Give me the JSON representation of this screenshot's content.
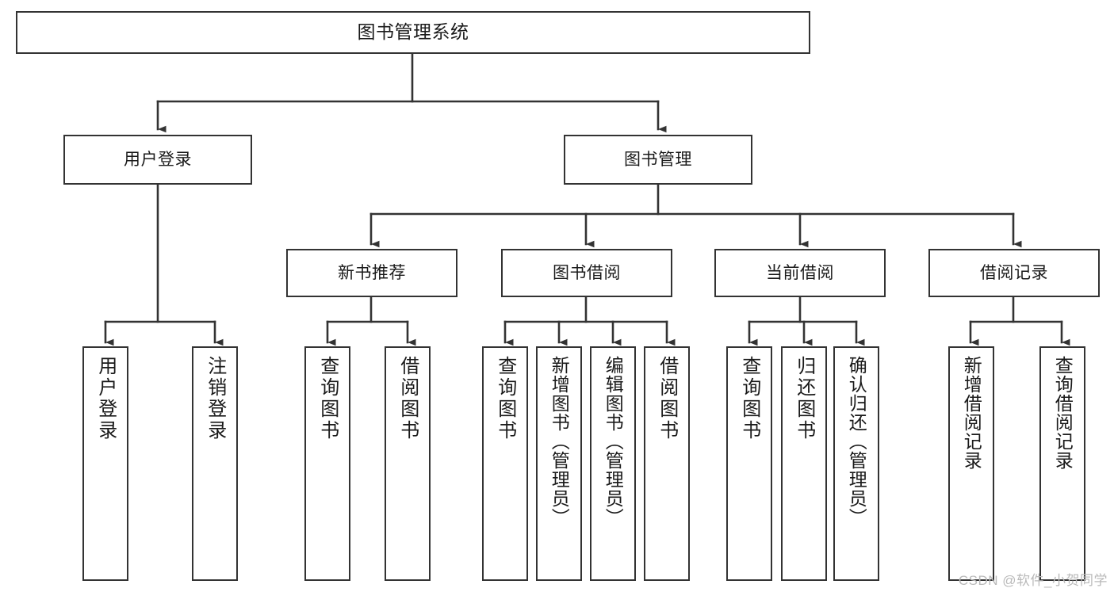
{
  "diagram": {
    "type": "tree",
    "title": "图书管理系统",
    "orientation": "top-down",
    "root": {
      "label": "图书管理系统"
    },
    "level2": [
      {
        "label": "用户登录"
      },
      {
        "label": "图书管理"
      }
    ],
    "level3": [
      {
        "label": "新书推荐"
      },
      {
        "label": "图书借阅"
      },
      {
        "label": "当前借阅"
      },
      {
        "label": "借阅记录"
      }
    ],
    "leaves": {
      "user_login": [
        {
          "label": "用户登录"
        },
        {
          "label": "注销登录"
        }
      ],
      "new_book_recommend": [
        {
          "label": "查询图书"
        },
        {
          "label": "借阅图书"
        }
      ],
      "book_borrow": [
        {
          "label": "查询图书"
        },
        {
          "label": "新增图书（管理员）"
        },
        {
          "label": "编辑图书（管理员）"
        },
        {
          "label": "借阅图书"
        }
      ],
      "current_borrow": [
        {
          "label": "查询图书"
        },
        {
          "label": "归还图书"
        },
        {
          "label": "确认归还（管理员）"
        }
      ],
      "borrow_record": [
        {
          "label": "新增借阅记录"
        },
        {
          "label": "查询借阅记录"
        }
      ]
    }
  },
  "colors": {
    "box_border": "#333333",
    "box_fill": "#ffffff",
    "connector": "#333333",
    "watermark": "#b9b9b9"
  },
  "watermark": {
    "text": "CSDN @软件_小贺同学"
  }
}
